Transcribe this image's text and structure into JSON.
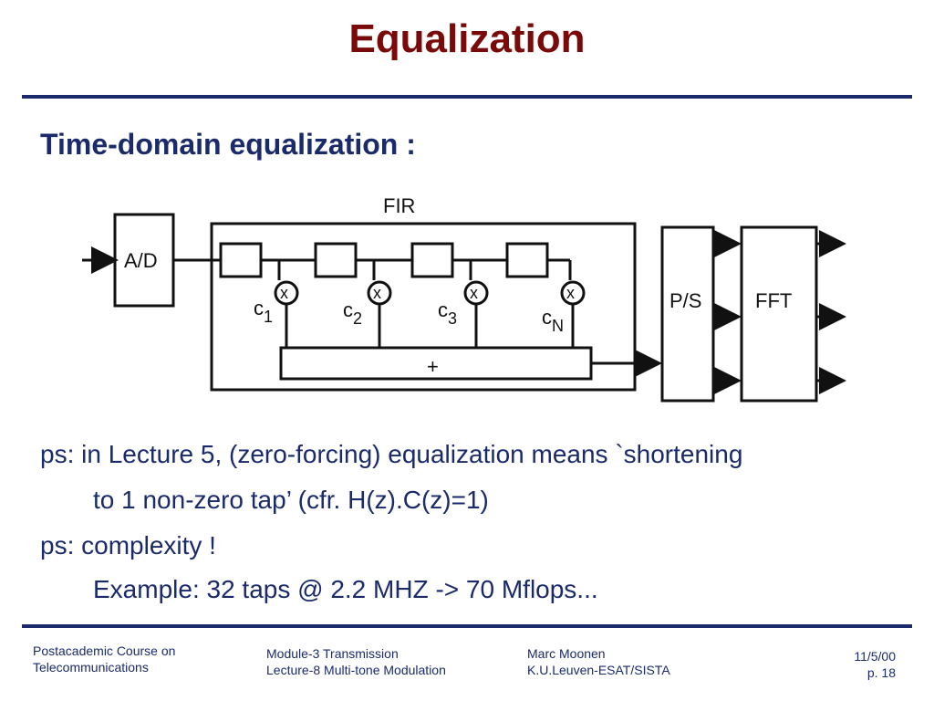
{
  "slide": {
    "title": "Equalization",
    "subtitle": "Time-domain equalization :"
  },
  "diagram": {
    "fir_label": "FIR",
    "ad_label": "A/D",
    "ps_label": "P/S",
    "fft_label": "FFT",
    "sum_label": "+",
    "multiplier_symbol": "x",
    "coefficients": [
      {
        "c": "c",
        "sub": "1"
      },
      {
        "c": "c",
        "sub": "2"
      },
      {
        "c": "c",
        "sub": "3"
      },
      {
        "c": "c",
        "sub": "N"
      }
    ]
  },
  "body": {
    "line1": "ps: in Lecture 5, (zero-forcing) equalization means `shortening",
    "line2": "to 1 non-zero tap’  (cfr. H(z).C(z)=1)",
    "line3": "ps: complexity !",
    "line4": "Example: 32 taps @ 2.2 MHZ -> 70 Mflops..."
  },
  "footer": {
    "course_line1": "Postacademic Course on",
    "course_line2": "Telecommunications",
    "module_line1": "Module-3  Transmission",
    "module_line2": "Lecture-8  Multi-tone Modulation",
    "author_line1": "Marc Moonen",
    "author_line2": "K.U.Leuven-ESAT/SISTA",
    "date": "11/5/00",
    "page": "p. 18"
  },
  "colors": {
    "title": "#7a0a0a",
    "text": "#1a2a6b",
    "diagram": "#111111"
  }
}
